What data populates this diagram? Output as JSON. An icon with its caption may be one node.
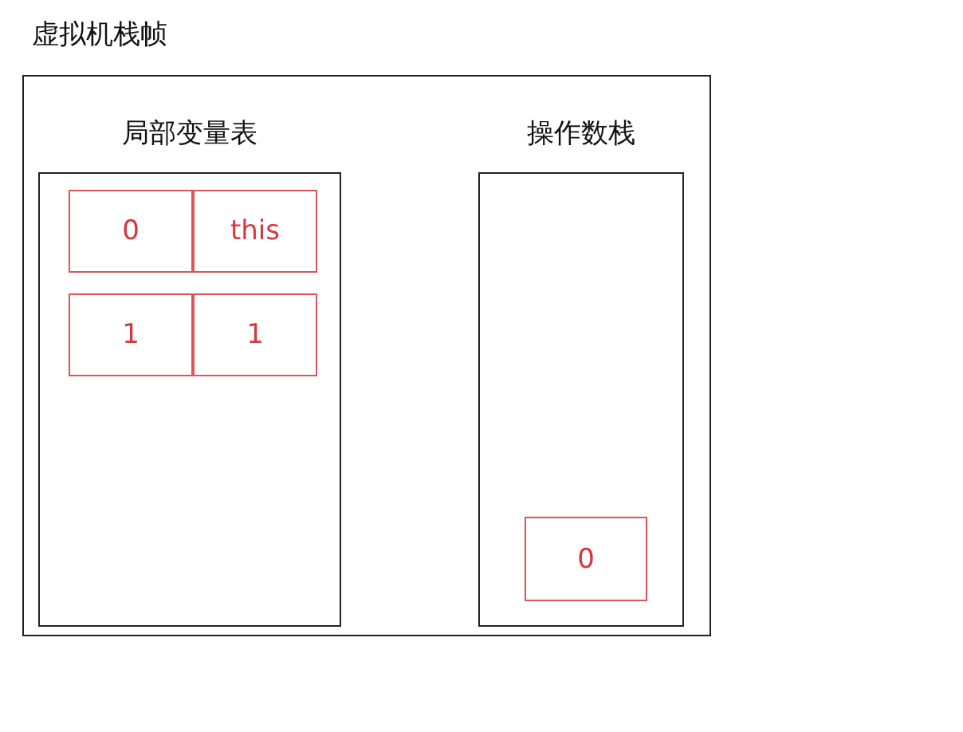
{
  "diagram": {
    "nodes": [
      {
        "text": [
          "虚拟机栈帧"
        ]
      },
      {
        "text": [
          "局部变量表"
        ],
        "in": 0
      },
      {
        "text": [
          "0"
        ],
        "in": 1
      },
      {
        "text": [
          "this"
        ],
        "in": 1
      },
      {
        "text": [
          "1"
        ],
        "in": 1
      },
      {
        "text": [
          "1"
        ],
        "in": 1
      },
      {
        "text": [
          "操作数栈"
        ],
        "in": 0
      },
      {
        "text": [
          "0"
        ],
        "in": 6
      }
    ]
  }
}
